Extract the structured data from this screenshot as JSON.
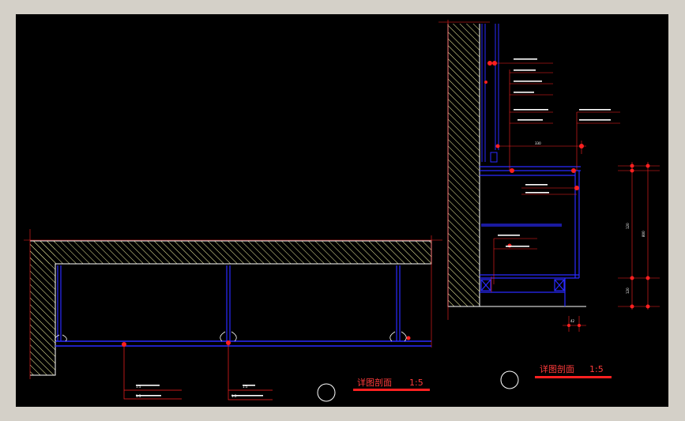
{
  "titles": {
    "left": {
      "name": "详图剖面",
      "scale": "1:5"
    },
    "right": {
      "name": "详图剖面",
      "scale": "1:5"
    }
  },
  "dimensions": {
    "top_width": "330",
    "right_dim_1": "120",
    "right_dim_2": "800",
    "right_dim_3": "120",
    "bottom_small": "42"
  },
  "colors": {
    "background": "#000000",
    "frame": "#d4d0c8",
    "structure": "#ffffff",
    "detail": "#2a2aff",
    "annotation": "#ff2020",
    "hatch": "#f2f2a0"
  }
}
